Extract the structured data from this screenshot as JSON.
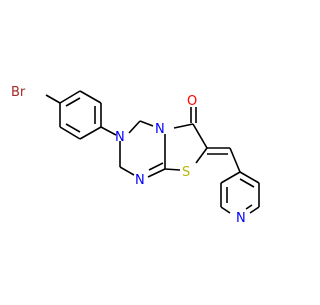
{
  "molecule": {
    "atom_labels": {
      "bromine": "Br",
      "carbonyl_oxygen": "O",
      "ring_nitrogen_aryl": "N",
      "ring_nitrogen_fused": "N",
      "imine_nitrogen": "N",
      "sulfur": "S",
      "pyridine_nitrogen": "N"
    },
    "colors": {
      "bond": "#000000",
      "bromine": "#a52a2a",
      "oxygen": "#ff0000",
      "nitrogen": "#0000ff",
      "sulfur": "#b8b800"
    }
  }
}
